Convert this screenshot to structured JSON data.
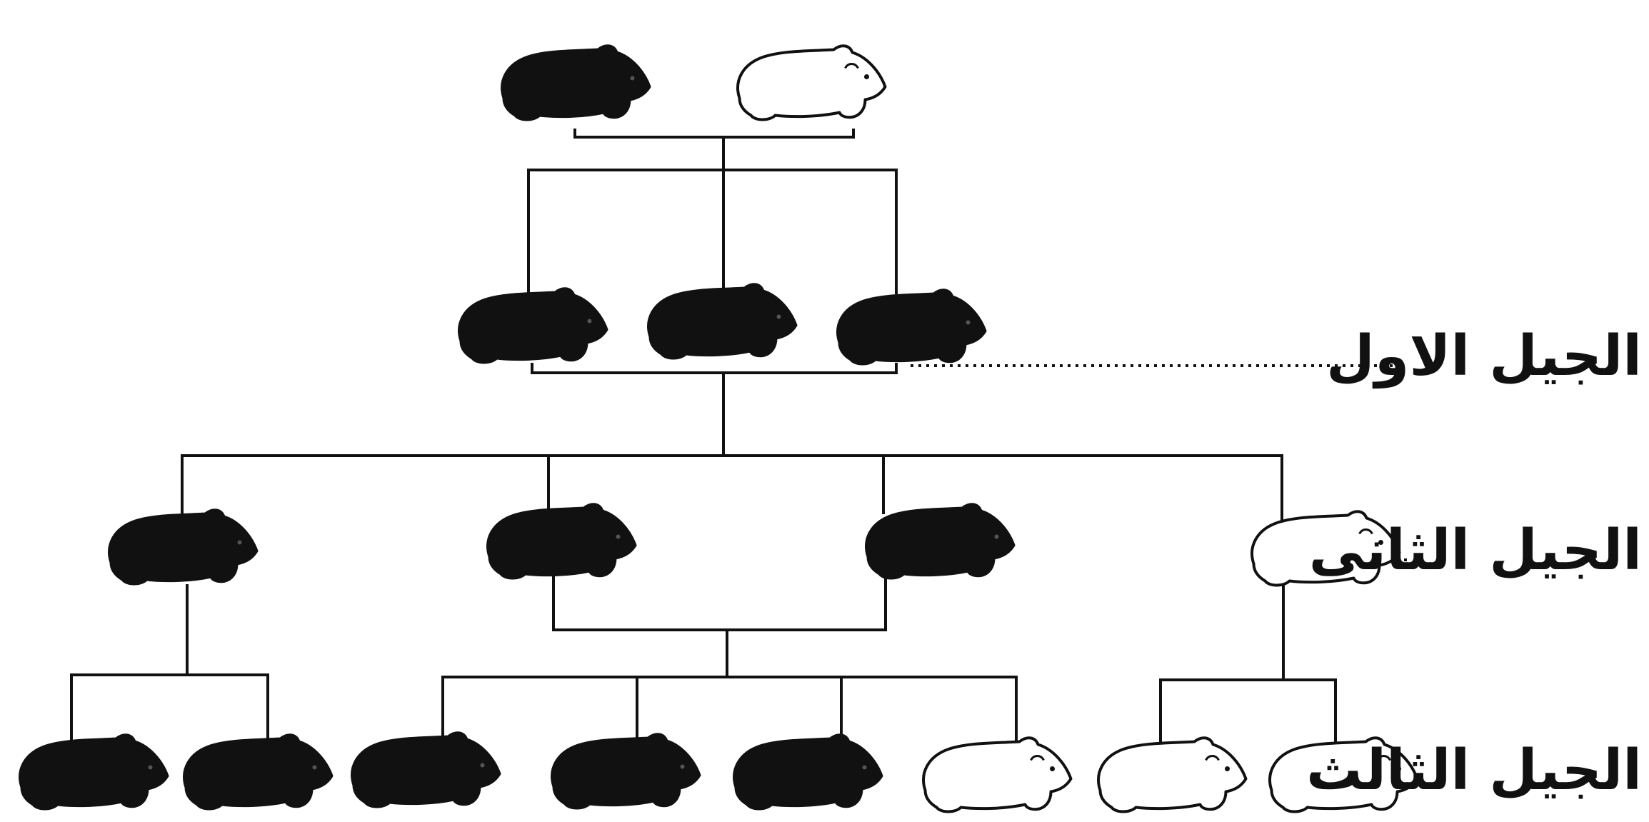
{
  "generations": [
    {
      "id": "first",
      "label": "الجيل الاول"
    },
    {
      "id": "second",
      "label": "الجيل الثانى"
    },
    {
      "id": "third",
      "label": "الجيل الثالث"
    }
  ],
  "animals": {
    "parents": [
      "black",
      "white"
    ],
    "first": [
      "black",
      "black",
      "black"
    ],
    "second": [
      "black",
      "black",
      "black",
      "white"
    ],
    "third": [
      "black",
      "black",
      "black",
      "black",
      "black",
      "white",
      "white",
      "white"
    ]
  },
  "colors": {
    "ink": "#111111",
    "paper": "#ffffff"
  }
}
